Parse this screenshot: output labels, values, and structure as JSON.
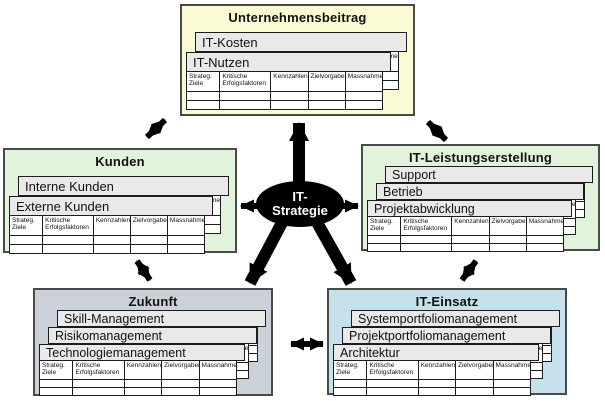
{
  "center_node": {
    "label_line1": "IT-",
    "label_line2": "Strategie",
    "bg_color": "#000000",
    "text_color": "#ffffff"
  },
  "arrow_color": "#000000",
  "table": {
    "headers": [
      "Strateg. Ziele",
      "Kritische Erfolgsfaktoren",
      "Kennzahlen",
      "Zielvorgaben",
      "Massnahmen"
    ],
    "empty_rows": 2
  },
  "panels": [
    {
      "title": "Unternehmensbeitrag",
      "bg": "#fbfbd3",
      "cards": [
        "IT-Kosten",
        "IT-Nutzen"
      ]
    },
    {
      "title": "Kunden",
      "bg": "#e1f3db",
      "cards": [
        "Interne Kunden",
        "Externe Kunden"
      ]
    },
    {
      "title": "IT-Leistungserstellung",
      "bg": "#e1f3db",
      "cards": [
        "Support",
        "Betrieb",
        "Projektabwicklung"
      ]
    },
    {
      "title": "Zukunft",
      "bg": "#cbd1d9",
      "cards": [
        "Skill-Management",
        "Risikomanagement",
        "Technologiemanagement"
      ]
    },
    {
      "title": "IT-Einsatz",
      "bg": "#c5e1ec",
      "cards": [
        "Systemportfoliomanagement",
        "Projektportfoliomanagement",
        "Architektur"
      ]
    }
  ],
  "connections": [
    {
      "from": "IT-Strategie",
      "to": "Unternehmensbeitrag",
      "bidirectional": false
    },
    {
      "from": "IT-Strategie",
      "to": "Kunden",
      "bidirectional": false
    },
    {
      "from": "IT-Strategie",
      "to": "IT-Leistungserstellung",
      "bidirectional": false
    },
    {
      "from": "IT-Strategie",
      "to": "Zukunft",
      "bidirectional": false
    },
    {
      "from": "IT-Strategie",
      "to": "IT-Einsatz",
      "bidirectional": false
    },
    {
      "from": "Kunden",
      "to": "Unternehmensbeitrag",
      "bidirectional": true
    },
    {
      "from": "Unternehmensbeitrag",
      "to": "IT-Leistungserstellung",
      "bidirectional": true
    },
    {
      "from": "Kunden",
      "to": "Zukunft",
      "bidirectional": true
    },
    {
      "from": "IT-Leistungserstellung",
      "to": "IT-Einsatz",
      "bidirectional": true
    },
    {
      "from": "Zukunft",
      "to": "IT-Einsatz",
      "bidirectional": true
    }
  ]
}
